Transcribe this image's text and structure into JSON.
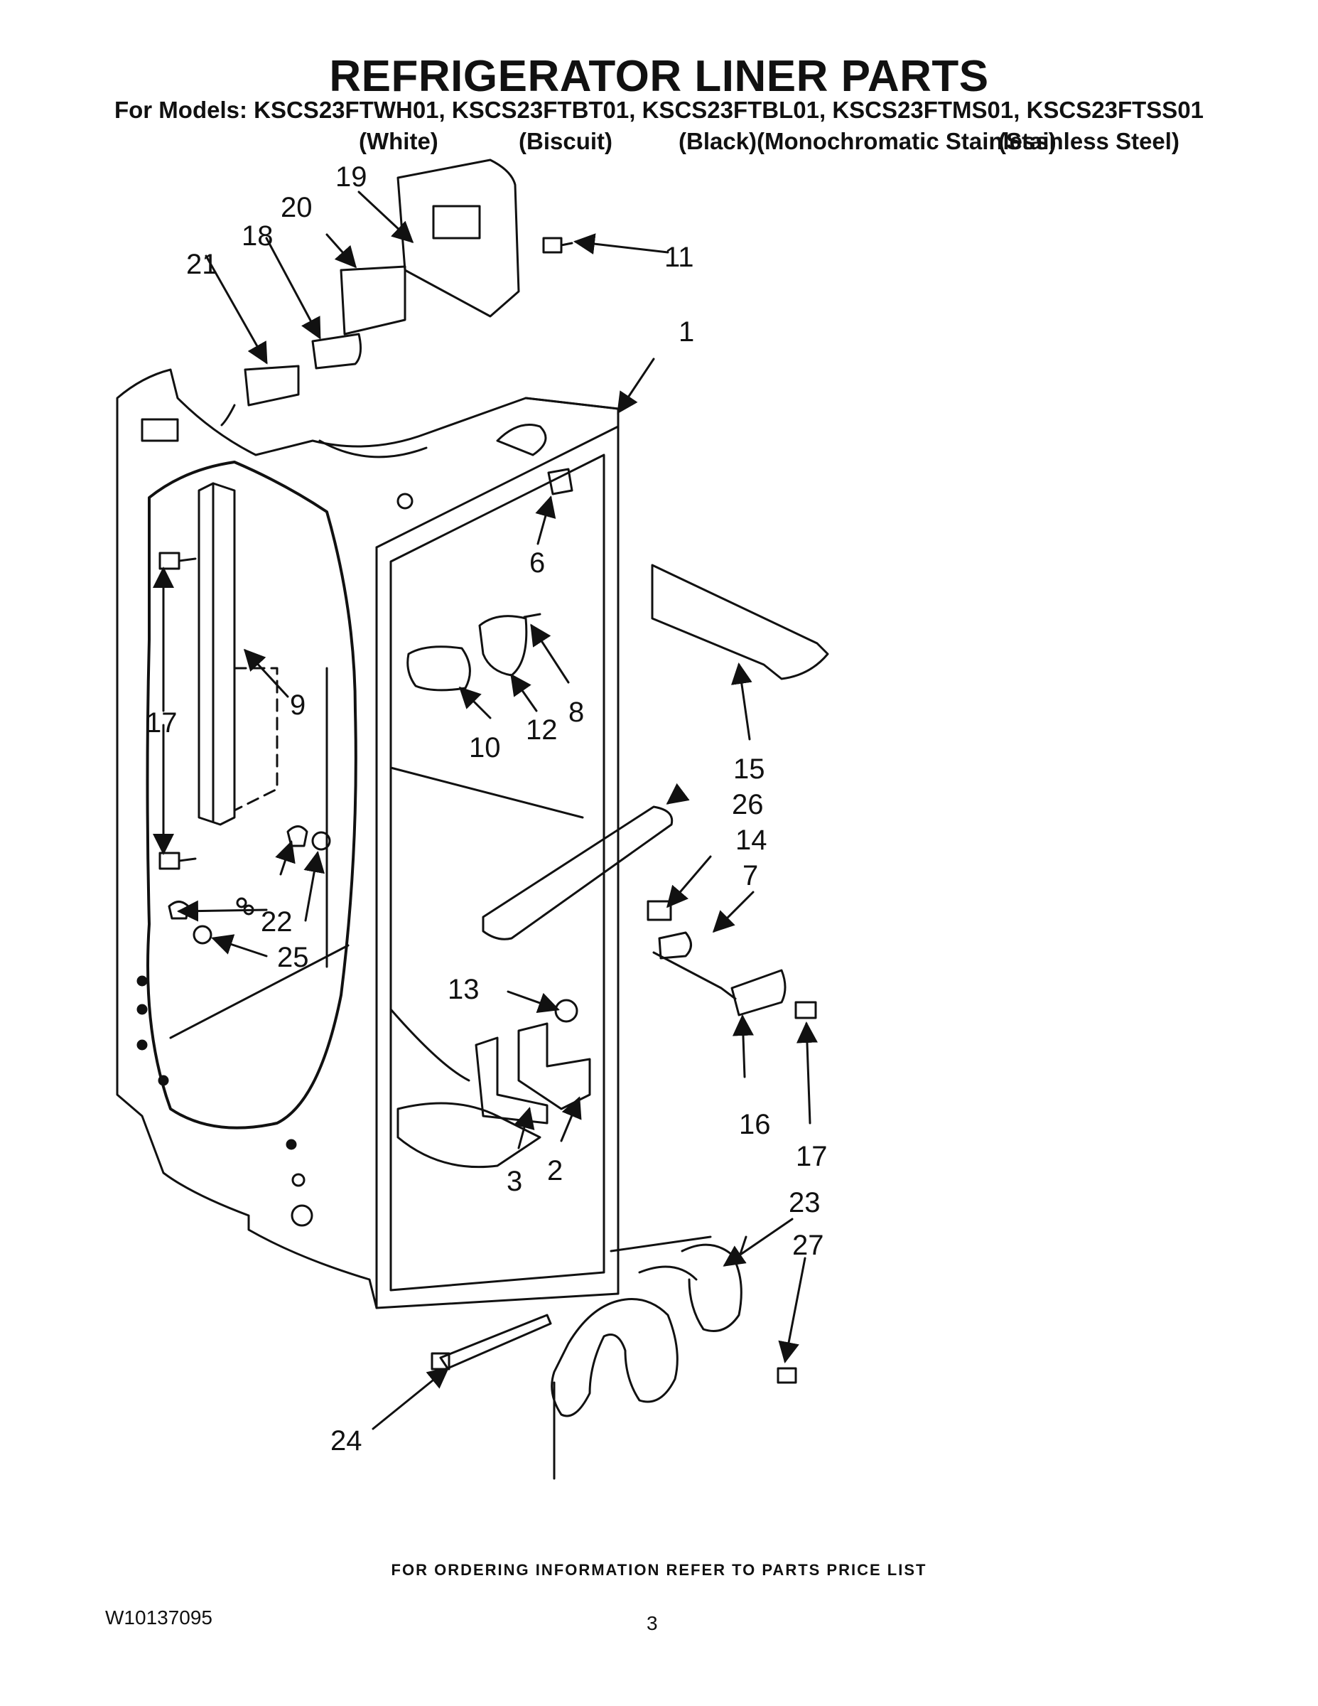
{
  "header": {
    "title": "REFRIGERATOR LINER PARTS",
    "models_line": "For Models: KSCS23FTWH01, KSCS23FTBT01, KSCS23FTBL01, KSCS23FTMS01, KSCS23FTSS01",
    "colors": [
      "(White)",
      "(Biscuit)",
      "(Black)",
      "(Monochromatic Stainless)",
      "(Stainless Steel)"
    ]
  },
  "diagram": {
    "callouts": [
      "1",
      "2",
      "3",
      "6",
      "7",
      "8",
      "9",
      "10",
      "11",
      "12",
      "13",
      "14",
      "15",
      "16",
      "17",
      "17",
      "18",
      "19",
      "20",
      "21",
      "22",
      "23",
      "24",
      "25",
      "26",
      "27"
    ]
  },
  "footer": {
    "ordering_note": "FOR ORDERING INFORMATION REFER TO PARTS PRICE LIST",
    "document_number": "W10137095",
    "page_number": "3"
  },
  "colors": {
    "ink": "#111111",
    "background": "#ffffff"
  }
}
